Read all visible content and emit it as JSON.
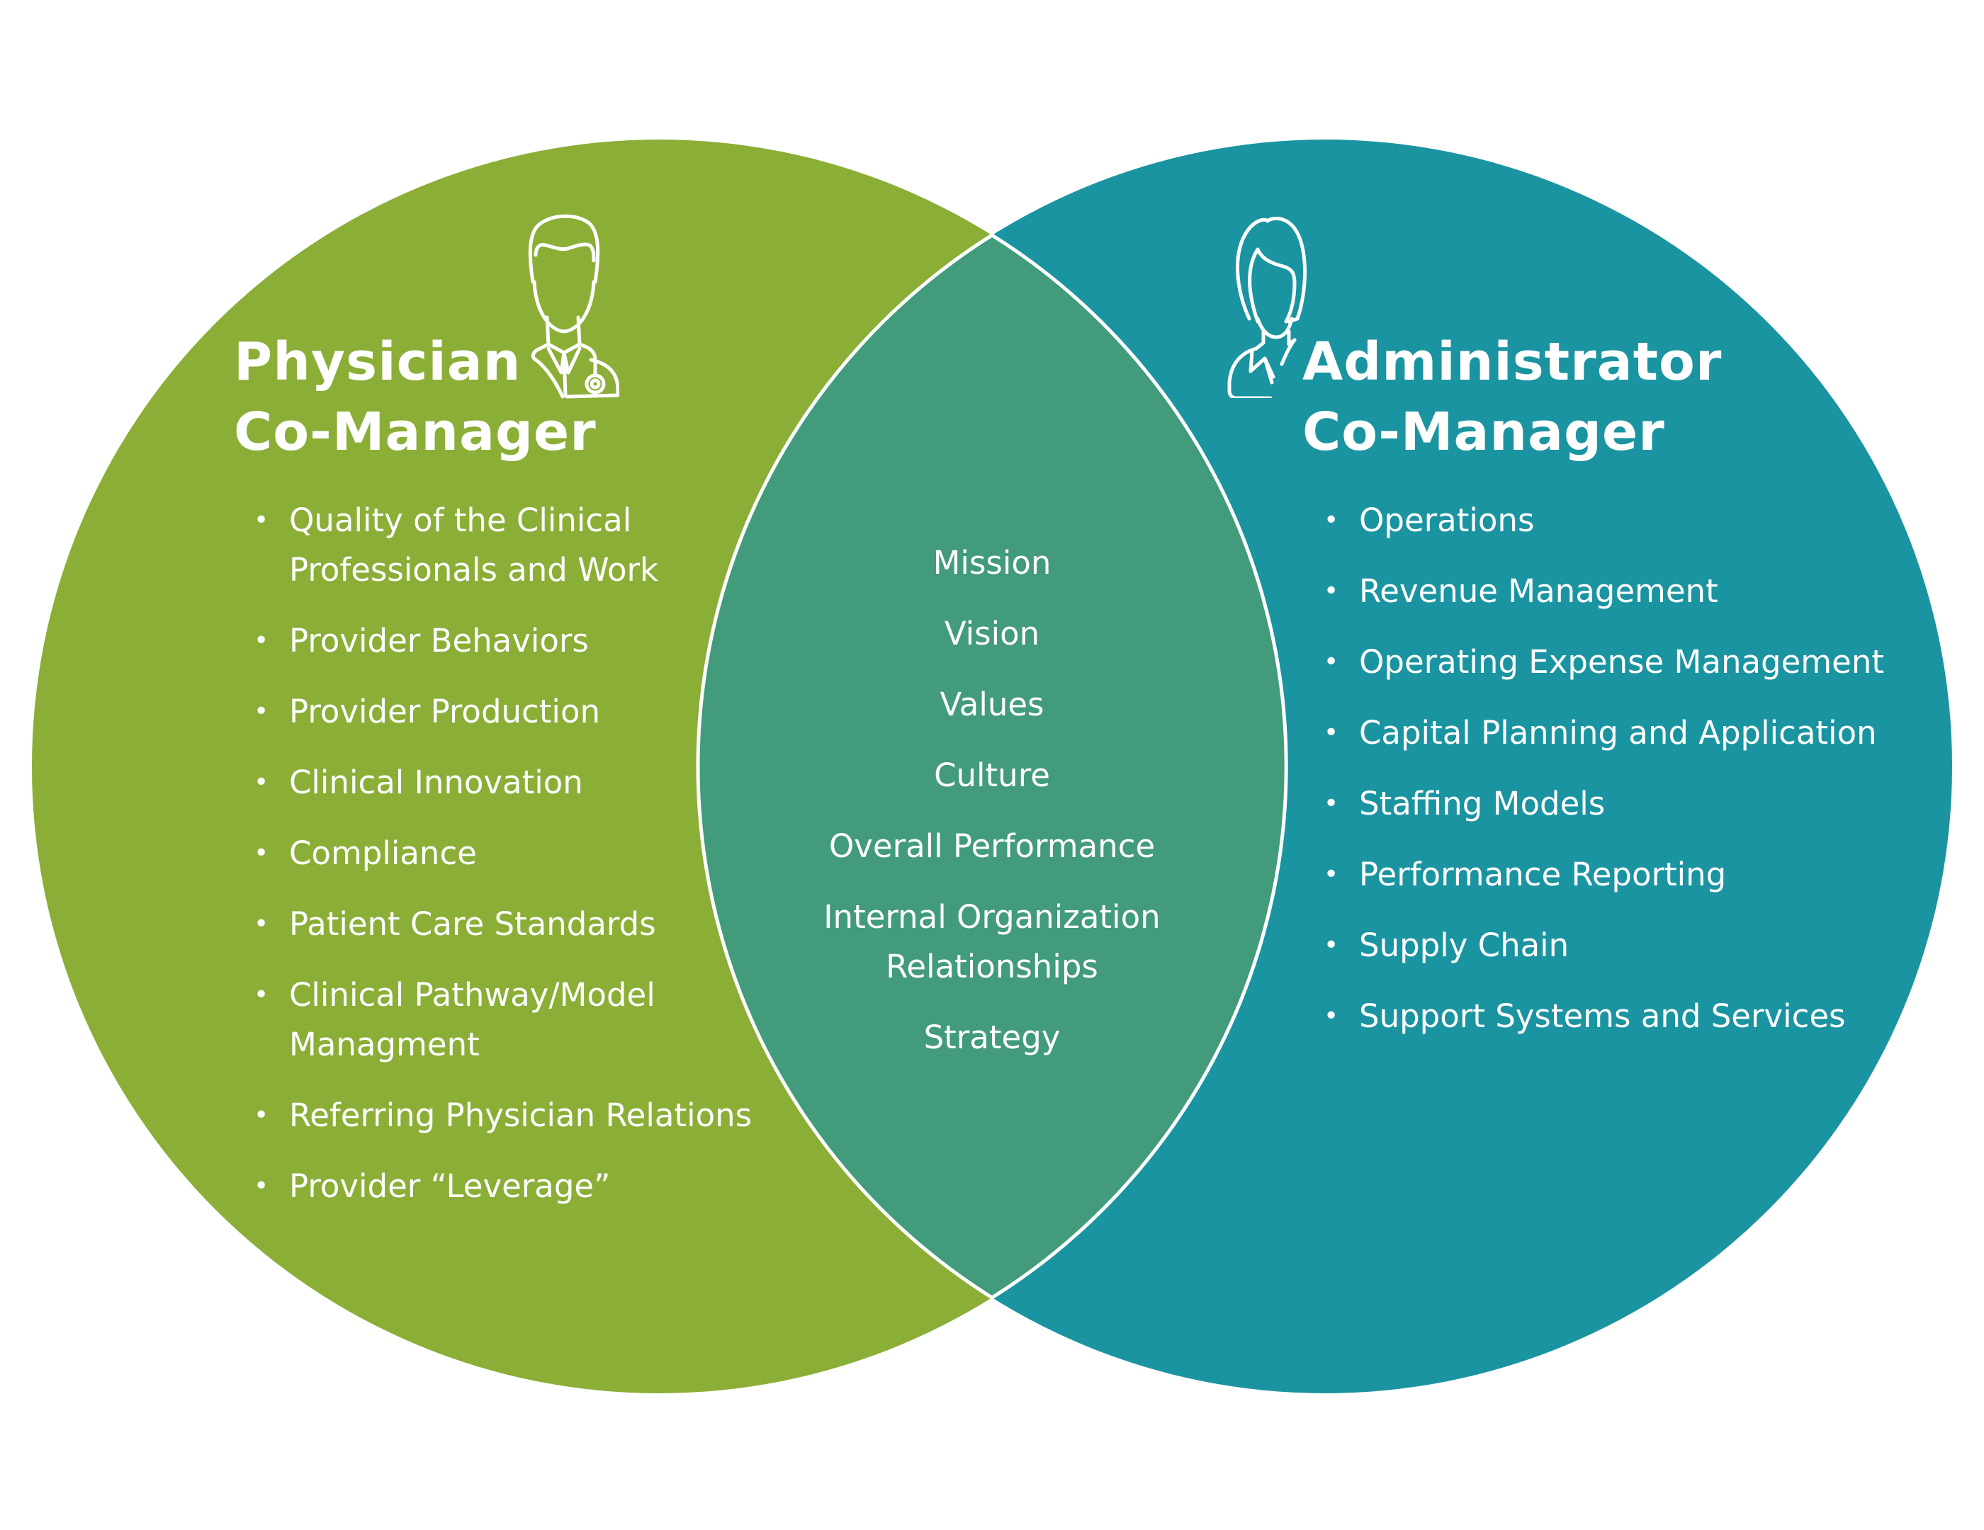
{
  "colors": {
    "physician_circle": "#8BAE37",
    "administrator_circle": "#1A94A0",
    "overlap": "#429B7B",
    "outline": "#FFFFFF",
    "text": "#FFFFFF",
    "background": "#FFFFFF"
  },
  "physician": {
    "icon": "male-doctor-stethoscope-icon",
    "title_line1": "Physician",
    "title_line2": "Co-Manager",
    "items": [
      "Quality of the Clinical\nProfessionals and Work",
      "Provider Behaviors",
      "Provider Production",
      "Clinical Innovation",
      "Compliance",
      "Patient Care Standards",
      "Clinical Pathway/Model\nManagment",
      "Referring Physician Relations",
      "Provider “Leverage”"
    ]
  },
  "shared": {
    "items": [
      "Mission",
      "Vision",
      "Values",
      "Culture",
      "Overall Performance",
      "Internal Organization\nRelationships",
      "Strategy"
    ]
  },
  "administrator": {
    "icon": "female-administrator-icon",
    "title_line1": "Administrator",
    "title_line2": "Co-Manager",
    "items": [
      "Operations",
      "Revenue Management",
      "Operating Expense Management",
      "Capital Planning and Application",
      "Staffing Models",
      "Performance Reporting",
      "Supply Chain",
      "Support Systems and Services"
    ]
  },
  "bullet_glyph": "•"
}
